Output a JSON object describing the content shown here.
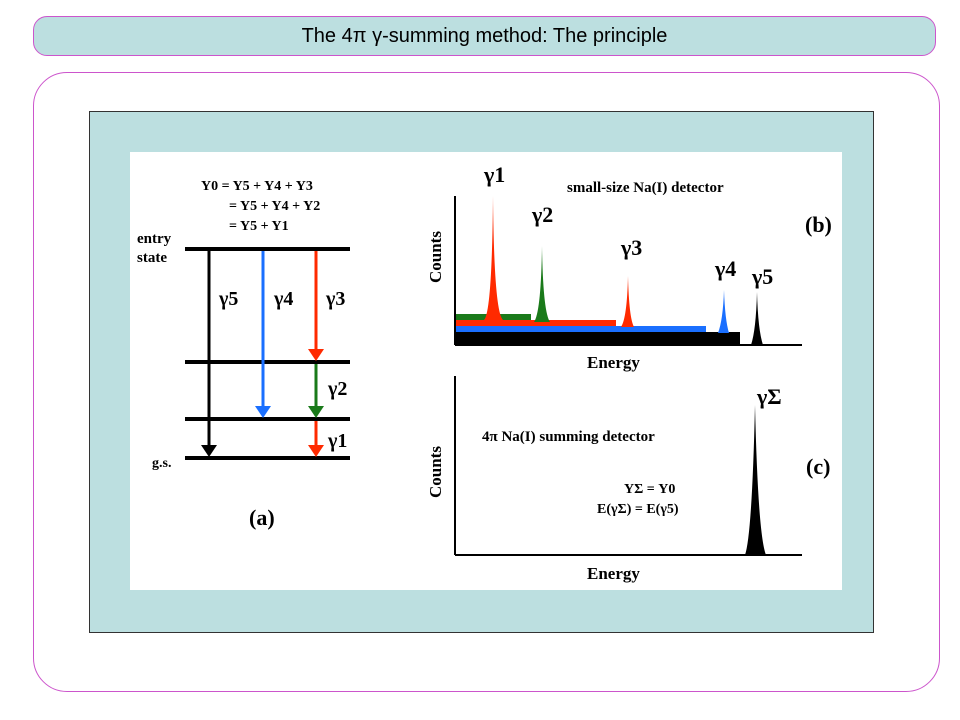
{
  "slide": {
    "title": "The 4π γ-summing method: The principle"
  },
  "panel_a": {
    "label": "(a)",
    "eq_line1": "Y0 = Y5 + Y4 + Y3",
    "eq_line2": "= Y5 + Y4 + Y2",
    "eq_line3": "= Y5 + Y1",
    "entry_state": [
      "entry",
      "state"
    ],
    "ground_state": "g.s.",
    "gammas": [
      "γ5",
      "γ4",
      "γ3",
      "γ2",
      "γ1"
    ]
  },
  "panel_b": {
    "label": "(b)",
    "detector": "small-size Na(I) detector",
    "ylabel": "Counts",
    "xlabel": "Energy",
    "peaks": [
      "γ1",
      "γ2",
      "γ3",
      "γ4",
      "γ5"
    ]
  },
  "panel_c": {
    "label": "(c)",
    "detector": "4π Na(I) summing detector",
    "ylabel": "Counts",
    "xlabel": "Energy",
    "peak": "γΣ",
    "eq1": "YΣ = Y0",
    "eq2": "E(γΣ) = E(γ5)"
  },
  "colors": {
    "frame_border": "#cc55cc",
    "panel_bg": "#bcdfe0",
    "gamma1": "#ff2a00",
    "gamma2": "#1a7a1a",
    "gamma3": "#ff2a00",
    "gamma4": "#1a6fff",
    "gamma5": "#000000"
  }
}
